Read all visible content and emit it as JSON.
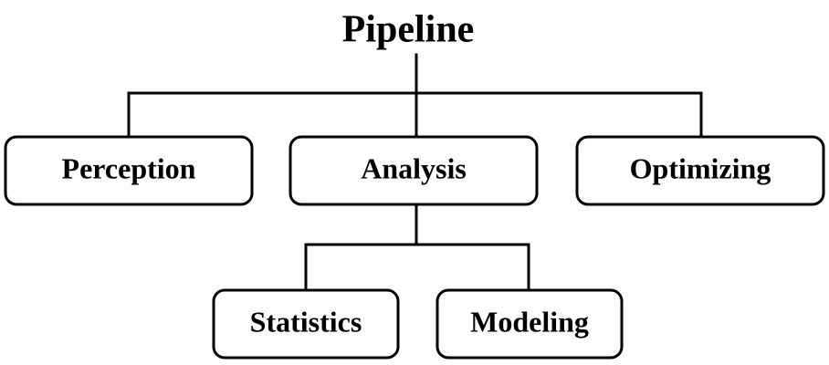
{
  "diagram": {
    "root": {
      "label": "Pipeline"
    },
    "level1": {
      "perception": "Perception",
      "analysis": "Analysis",
      "optimizing": "Optimizing"
    },
    "level2": {
      "statistics": "Statistics",
      "modeling": "Modeling"
    },
    "colors": {
      "stroke": "#000000",
      "fill": "#ffffff",
      "text": "#000000"
    }
  }
}
